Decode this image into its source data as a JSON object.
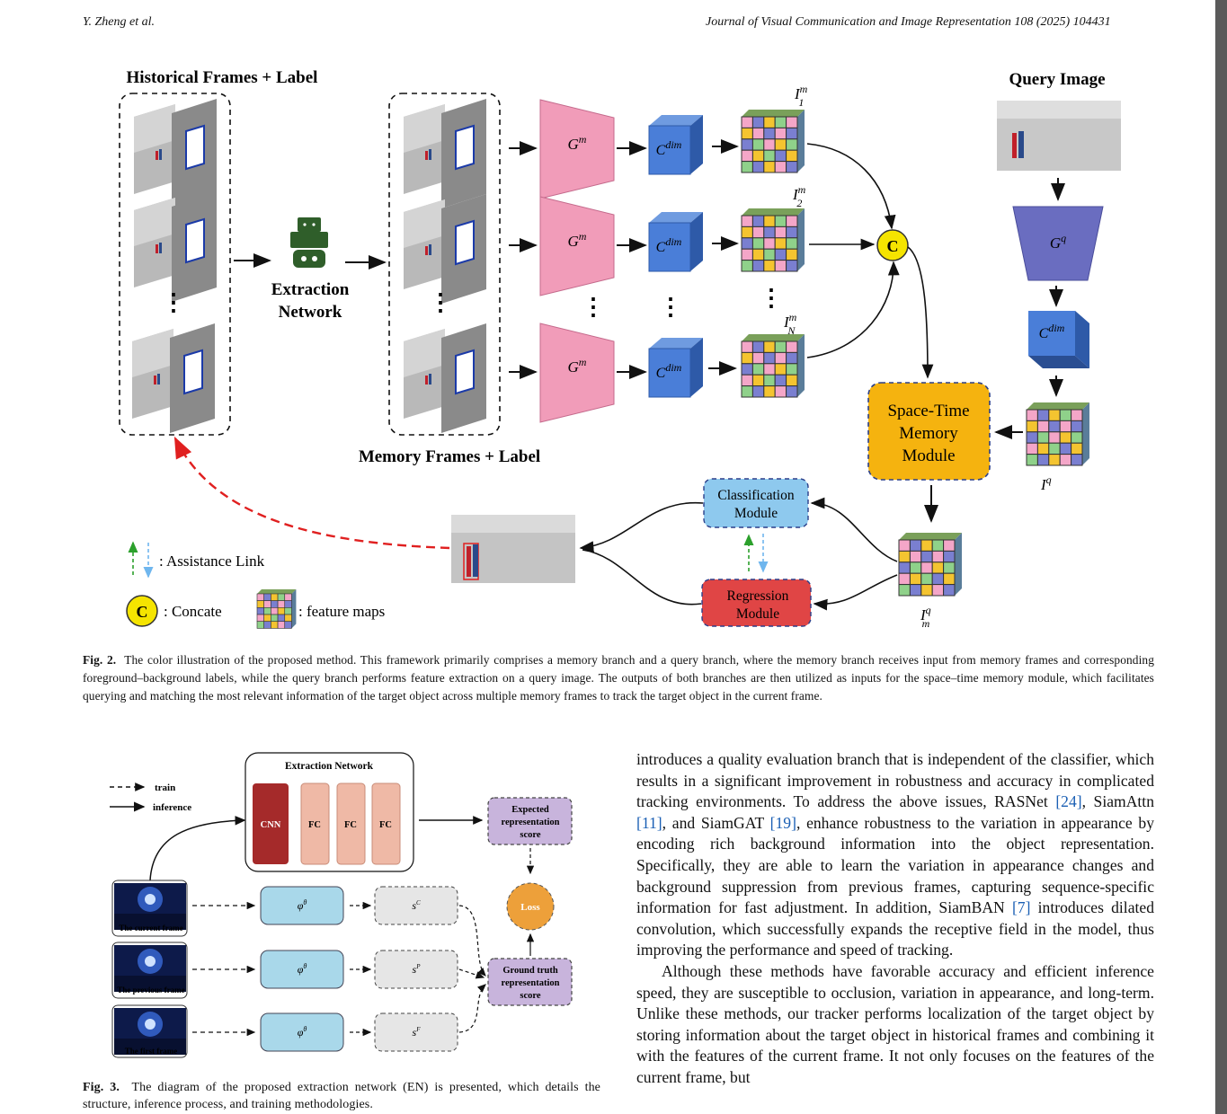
{
  "header": {
    "left": "Y. Zheng et al.",
    "right": "Journal of Visual Communication and Image Representation 108 (2025) 104431"
  },
  "fig2": {
    "historical_label": "Historical Frames + Label",
    "extraction_label_1": "Extraction",
    "extraction_label_2": "Network",
    "memory_label": "Memory Frames + Label",
    "query_label": "Query Image",
    "encoder_m": "G",
    "encoder_m_sup": "m",
    "encoder_q": "G",
    "encoder_q_sup": "q",
    "cdim": "C",
    "cdim_sup": "dim",
    "i1": "I",
    "i1_sup": "m",
    "i1_sub": "1",
    "i2": "I",
    "i2_sup": "m",
    "i2_sub": "2",
    "in": "I",
    "in_sup": "m",
    "in_sub": "N",
    "iq": "I",
    "iq_sup": "q",
    "iqm": "I",
    "iqm_sup": "q",
    "iqm_sub": "m",
    "concat_symbol": "C",
    "stm_1": "Space-Time",
    "stm_2": "Memory",
    "stm_3": "Module",
    "cls_1": "Classification",
    "cls_2": "Module",
    "reg_1": "Regression",
    "reg_2": "Module",
    "legend_assist": ": Assistance Link",
    "legend_concat_symbol": "C",
    "legend_concat": ": Concate",
    "legend_feature": ": feature maps",
    "colors": {
      "pink": "#f19cb9",
      "blue": "#3f6fc4",
      "yellow": "#f2e100",
      "orange": "#f5b30f",
      "lightblue": "#8ec9ee",
      "red": "#e04545",
      "purple": "#6a6dc0"
    }
  },
  "fig2_caption": {
    "label": "Fig. 2.",
    "text": "The color illustration of the proposed method. This framework primarily comprises a memory branch and a query branch, where the memory branch receives input from memory frames and corresponding foreground–background labels, while the query branch performs feature extraction on a query image. The outputs of both branches are then utilized as inputs for the space–time memory module, which facilitates querying and matching the most relevant information of the target object across multiple memory frames to track the target object in the current frame."
  },
  "fig3": {
    "legend_train": "train",
    "legend_inference": "inference",
    "extraction_title": "Extraction Network",
    "cnn": "CNN",
    "fc": "FC",
    "expected_1": "Expected",
    "expected_2": "representation",
    "expected_3": "score",
    "loss": "Loss",
    "gt_1": "Ground truth",
    "gt_2": "representation",
    "gt_3": "score",
    "phi": "φ",
    "phi_sup": "θ",
    "s": "s",
    "s_c": "C",
    "s_p": "P",
    "s_f": "F",
    "current_frame": "The current frame",
    "previous_frame": "The previous frame",
    "first_frame": "The first frame"
  },
  "fig3_caption": {
    "label": "Fig. 3.",
    "text": "The diagram of the proposed extraction network (EN) is presented, which details the structure, inference process, and training methodologies."
  },
  "body": {
    "p1_a": "introduces a quality evaluation branch that is independent of the classifier, which results in a significant improvement in robustness and accuracy in complicated tracking environments. To address the above issues, RASNet ",
    "ref24": "[24]",
    "p1_b": ", SiamAttn ",
    "ref11": "[11]",
    "p1_c": ", and SiamGAT ",
    "ref19": "[19]",
    "p1_d": ", enhance robustness to the variation in appearance by encoding rich background information into the object representation. Specifically, they are able to learn the variation in appearance changes and background suppression from previous frames, capturing sequence-specific information for fast adjustment. In addition, SiamBAN ",
    "ref7": "[7]",
    "p1_e": " introduces dilated convolution, which successfully expands the receptive field in the model, thus improving the performance and speed of tracking.",
    "p2": "Although these methods have favorable accuracy and efficient inference speed, they are susceptible to occlusion, variation in appearance, and long-term. Unlike these methods, our tracker performs localization of the target object by storing information about the target object in historical frames and combining it with the features of the current frame. It not only focuses on the features of the current frame, but"
  }
}
